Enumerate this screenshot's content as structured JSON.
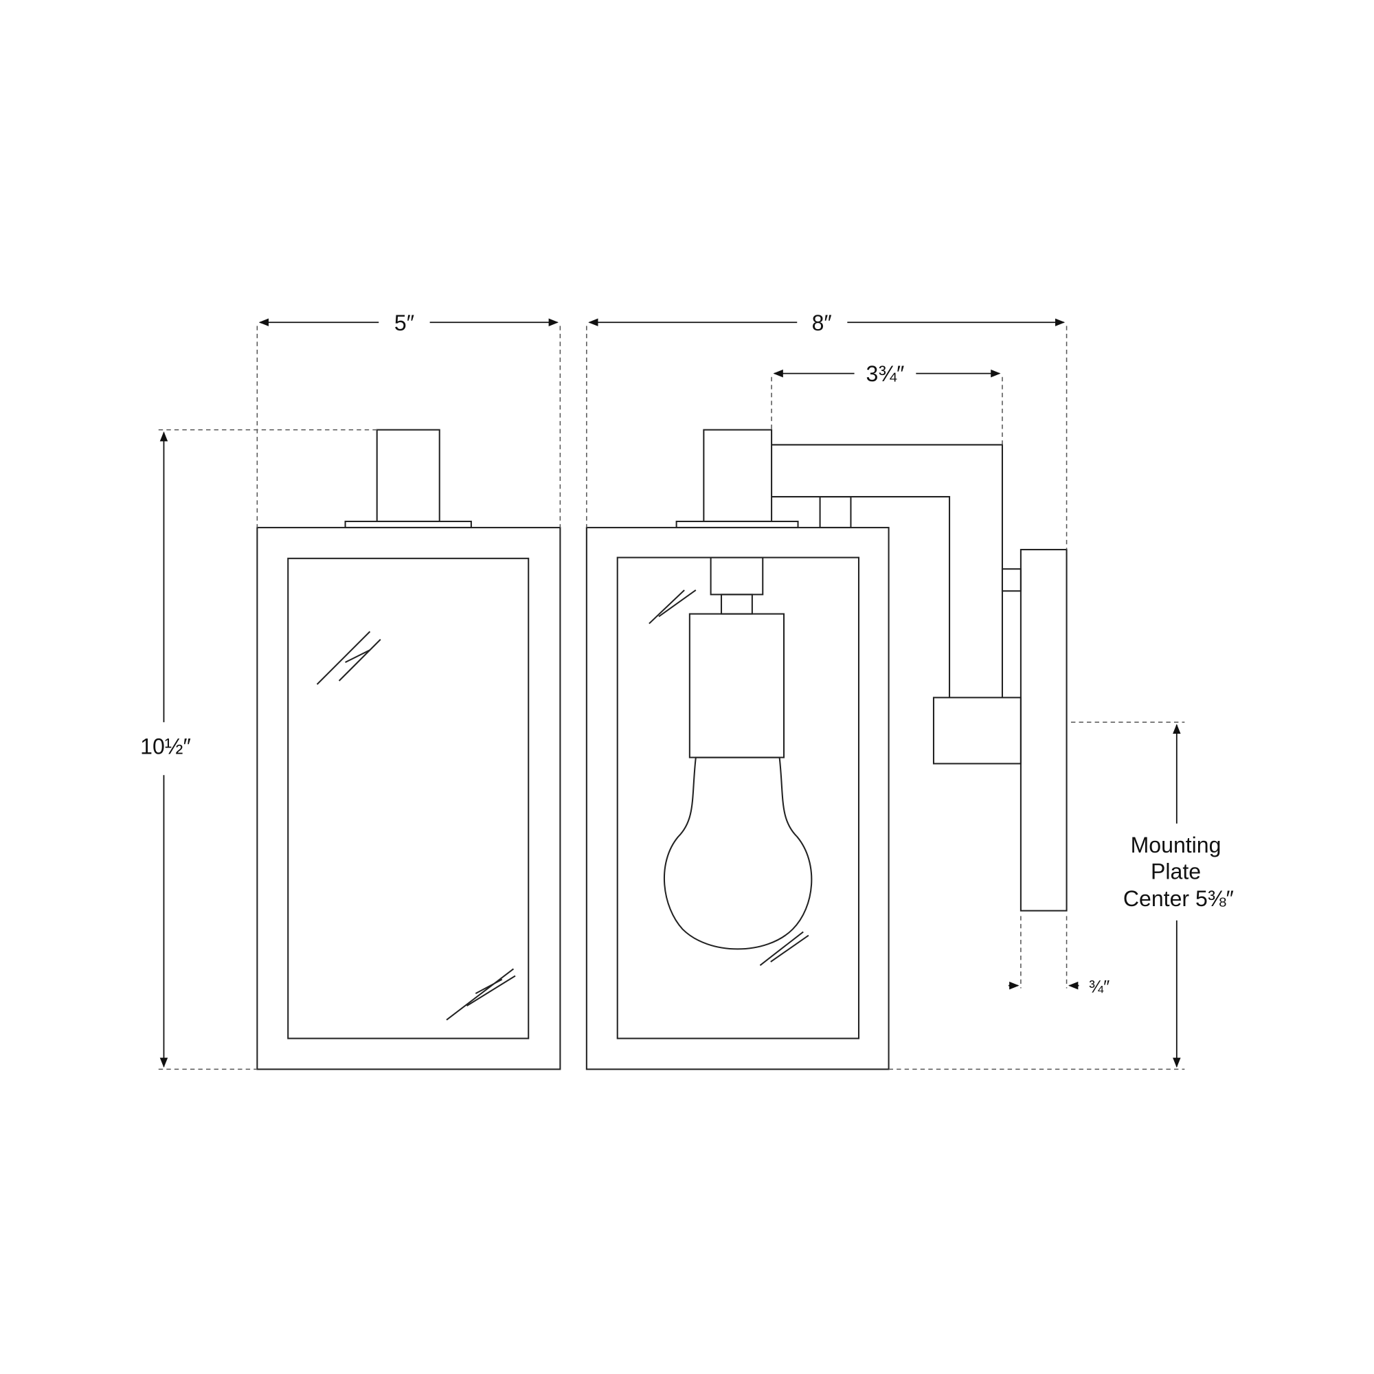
{
  "dimensions": {
    "front_width": "5″",
    "side_depth": "8″",
    "arm_extension": "3¾″",
    "height": "10½″",
    "plate_depth": "¾″",
    "mounting_label_line1": "Mounting",
    "mounting_label_line2": "Plate",
    "mounting_label_line3": "Center 5⅜″"
  },
  "colors": {
    "line": "#222222",
    "background": "#ffffff"
  }
}
